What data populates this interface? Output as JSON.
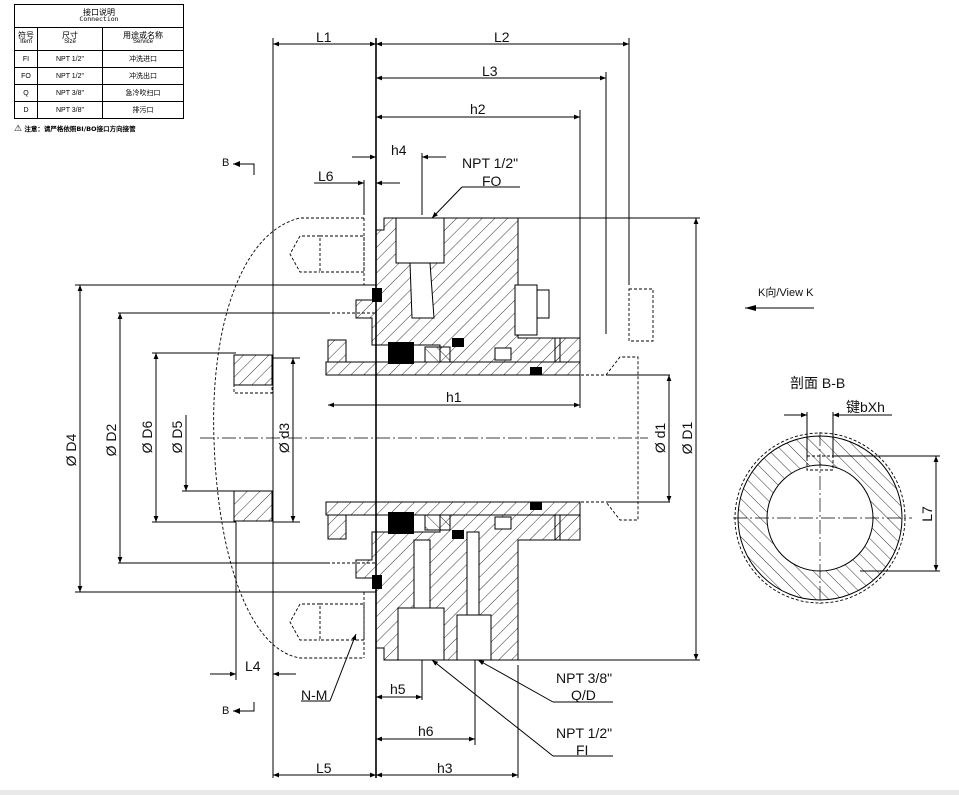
{
  "connection_table": {
    "title_cn": "接口说明",
    "title_en": "Connection",
    "headers": [
      {
        "cn": "符号",
        "en": "Item"
      },
      {
        "cn": "尺寸",
        "en": "Size"
      },
      {
        "cn": "用途或名称",
        "en": "Service"
      }
    ],
    "rows": [
      {
        "item": "FI",
        "size": "NPT 1/2\"",
        "service": "冲洗进口"
      },
      {
        "item": "FO",
        "size": "NPT 1/2\"",
        "service": "冲洗出口"
      },
      {
        "item": "Q",
        "size": "NPT 3/8\"",
        "service": "急冷吹扫口"
      },
      {
        "item": "D",
        "size": "NPT 3/8\"",
        "service": "排污口"
      }
    ],
    "note": "注意：请严格依照BI/BO接口方向接管"
  },
  "dimensions": {
    "L1": "L1",
    "L2": "L2",
    "L3": "L3",
    "L4": "L4",
    "L5": "L5",
    "L6": "L6",
    "L7": "L7",
    "h1": "h1",
    "h2": "h2",
    "h3": "h3",
    "h4": "h4",
    "h5": "h5",
    "h6": "h6",
    "D1": "D1",
    "D2": "D2",
    "D4": "D4",
    "D5": "D5",
    "D6": "D6",
    "d1": "d1",
    "d3": "d3",
    "diameter_symbol": "Ø"
  },
  "callouts": {
    "fo_size": "NPT 1/2\"",
    "fo_label": "FO",
    "qd_size": "NPT 3/8\"",
    "qd_label": "Q/D",
    "fi_size": "NPT 1/2\"",
    "fi_label": "FI",
    "bolt": "N-M",
    "section_mark": "B",
    "view_k": "K向/View K",
    "section_title": "剖面 B-B",
    "key_label": "键bXh"
  }
}
